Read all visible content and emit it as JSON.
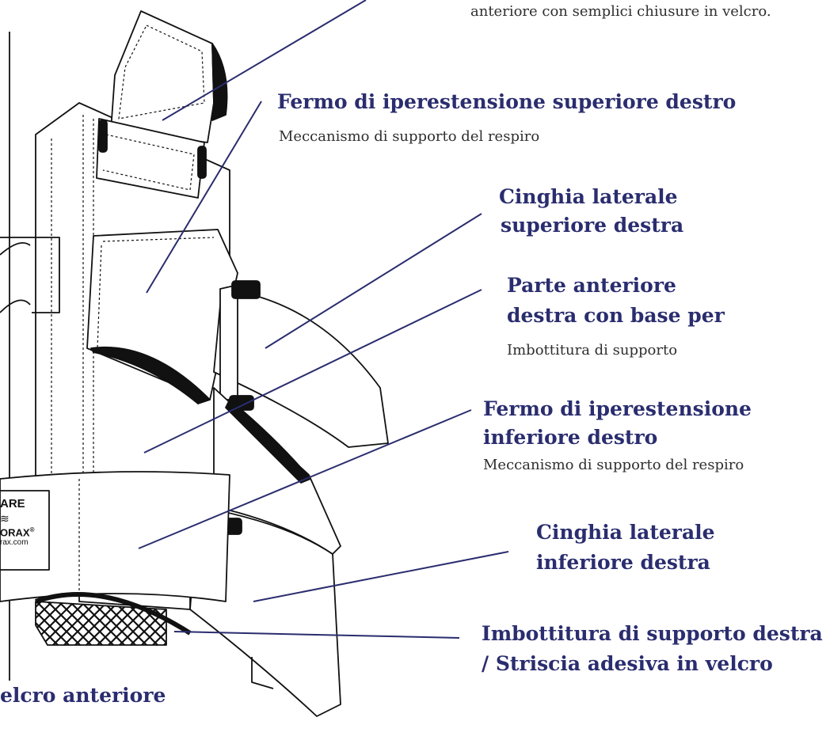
{
  "top_caption": "anteriore con semplici chiusure in velcro.",
  "bottom_left_caption": "elcro anteriore",
  "badge": {
    "line1": "ARE",
    "line2": "ORAX",
    "line3": "rax.com",
    "reg": "®"
  },
  "labels": [
    {
      "title": "Fermo di iperestensione superiore destro",
      "subtitle": "Meccanismo di supporto del respiro"
    },
    {
      "title_lines": [
        "Cinghia laterale",
        "superiore destra"
      ]
    },
    {
      "title_lines": [
        "Parte anteriore",
        "destra con base per"
      ],
      "subtitle": "Imbottitura di supporto"
    },
    {
      "title_lines": [
        "Fermo di iperestensione",
        "inferiore destro"
      ],
      "subtitle": "Meccanismo di supporto del respiro"
    },
    {
      "title_lines": [
        "Cinghia laterale",
        "inferiore destra"
      ]
    },
    {
      "title_lines": [
        "Imbottitura di supporto destra",
        "/ Striscia adesiva in velcro"
      ]
    }
  ],
  "colors": {
    "label": "#2a2d6e",
    "leader": "#2a2d6e",
    "outline": "#111111"
  }
}
